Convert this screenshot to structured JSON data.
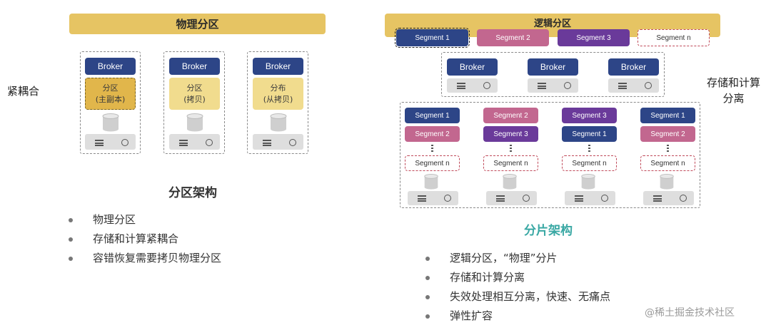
{
  "left": {
    "title": "物理分区",
    "side_label": "紧耦合",
    "columns": [
      {
        "broker": "Broker",
        "part_line1": "分区",
        "part_line2": "(主副本)",
        "part_kind": "main"
      },
      {
        "broker": "Broker",
        "part_line1": "分区",
        "part_line2": "(拷贝)",
        "part_kind": "copy"
      },
      {
        "broker": "Broker",
        "part_line1": "分布",
        "part_line2": "(从拷贝)",
        "part_kind": "copy"
      }
    ],
    "heading": "分区架构",
    "bullets": [
      "物理分区",
      "存储和计算紧耦合",
      "容错恢复需要拷贝物理分区"
    ]
  },
  "right": {
    "title": "逻辑分区",
    "top_segments": [
      {
        "label": "Segment 1",
        "color": "blue"
      },
      {
        "label": "Segment 2",
        "color": "pink"
      },
      {
        "label": "Segment 3",
        "color": "purple"
      },
      {
        "label": "Segment n",
        "color": "n"
      }
    ],
    "brokers": [
      "Broker",
      "Broker",
      "Broker"
    ],
    "side_label_line1": "存储和计算",
    "side_label_line2": "分离",
    "storage_columns": [
      {
        "seg_a": "Segment 1",
        "a_color": "blue",
        "seg_b": "Segment 2",
        "b_color": "pink",
        "seg_n": "Segment n"
      },
      {
        "seg_a": "Segment 2",
        "a_color": "pink",
        "seg_b": "Segment 3",
        "b_color": "purple",
        "seg_n": "Segment n"
      },
      {
        "seg_a": "Segment 3",
        "a_color": "purple",
        "seg_b": "Segment 1",
        "b_color": "blue",
        "seg_n": "Segment n"
      },
      {
        "seg_a": "Segment 1",
        "a_color": "blue",
        "seg_b": "Segment 2",
        "b_color": "pink",
        "seg_n": "Segment n"
      }
    ],
    "heading": "分片架构",
    "bullets": [
      "逻辑分区，“物理”分片",
      "存储和计算分离",
      "失效处理相互分离，快速、无痛点",
      "弹性扩容"
    ]
  },
  "colors": {
    "gold_bar": "#e6c463",
    "broker_blue": "#2d4587",
    "segment_pink": "#c2678f",
    "segment_purple": "#6a3a9a",
    "heading_teal": "#3aa8a4"
  },
  "watermark": "@稀土掘金技术社区"
}
